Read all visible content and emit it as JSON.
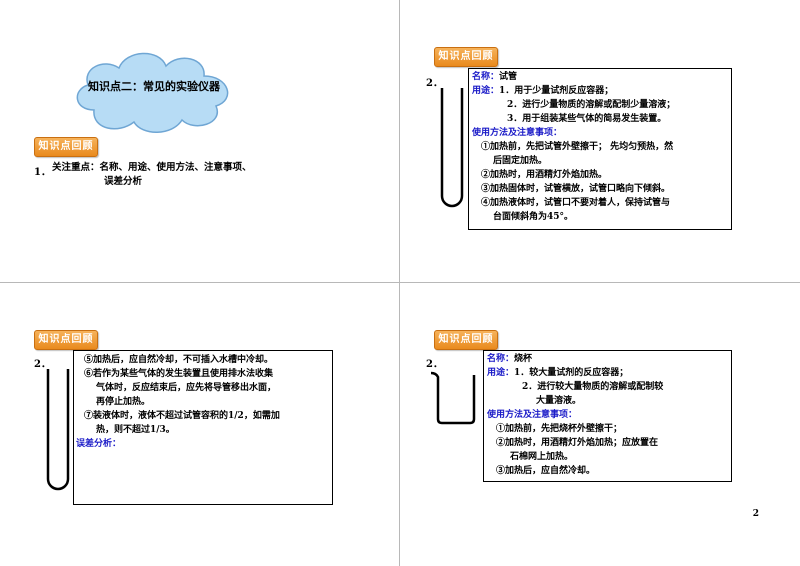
{
  "slide1": {
    "cloud_title": "知识点二：常见的实验仪器",
    "badge": "知识点回顾",
    "item_number": "1．",
    "item_text_1": "关注重点：名称、用途、使用方法、注意事项、",
    "item_text_2": "误差分析"
  },
  "slide2": {
    "badge": "知识点回顾",
    "number": "2．",
    "name_label": "名称：",
    "name_value": "试管",
    "use_label": "用途：",
    "use_1": "1．用于少量试剂反应容器；",
    "use_2": "2．进行少量物质的溶解或配制少量溶液；",
    "use_3": "3．用于组装某些气体的简易发生装置。",
    "method_label": "使用方法及注意事项：",
    "m1a": "①加热前，先把试管外壁擦干； 先均匀预热，然",
    "m1b": "后固定加热。",
    "m2": "②加热时，用酒精灯外焰加热。",
    "m3": "③加热固体时，试管横放，试管口略向下倾斜。",
    "m4a": "④加热液体时，试管口不要对着人，保持试管与",
    "m4b": "台面倾斜角为45°。"
  },
  "slide3": {
    "badge": "知识点回顾",
    "number": "2．",
    "m5": "⑤加热后，应自然冷却，不可插入水槽中冷却。",
    "m6a": "⑥若作为某些气体的发生装置且使用排水法收集",
    "m6b": "气体时，反应结束后，应先将导管移出水面，",
    "m6c": "再停止加热。",
    "m7a": "⑦装液体时，液体不超过试管容积的1/2，如需加",
    "m7b": "热，则不超过1/3。",
    "error_label": "误差分析："
  },
  "slide4": {
    "badge": "知识点回顾",
    "number": "2．",
    "name_label": "名称：",
    "name_value": "烧杯",
    "use_label": "用途：",
    "use_1": "1．较大量试剂的反应容器；",
    "use_2a": "2．进行较大量物质的溶解或配制较",
    "use_2b": "大量溶液。",
    "method_label": "使用方法及注意事项：",
    "m1": "①加热前，先把烧杯外壁擦干；",
    "m2a": "②加热时，用酒精灯外焰加热；应放置在",
    "m2b": "石棉网上加热。",
    "m3": "③加热后，应自然冷却。"
  },
  "page_number": "2",
  "colors": {
    "badge": "#e98a1e",
    "cloud": "#b7dcf5",
    "blue_text": "#1c1cc8"
  }
}
